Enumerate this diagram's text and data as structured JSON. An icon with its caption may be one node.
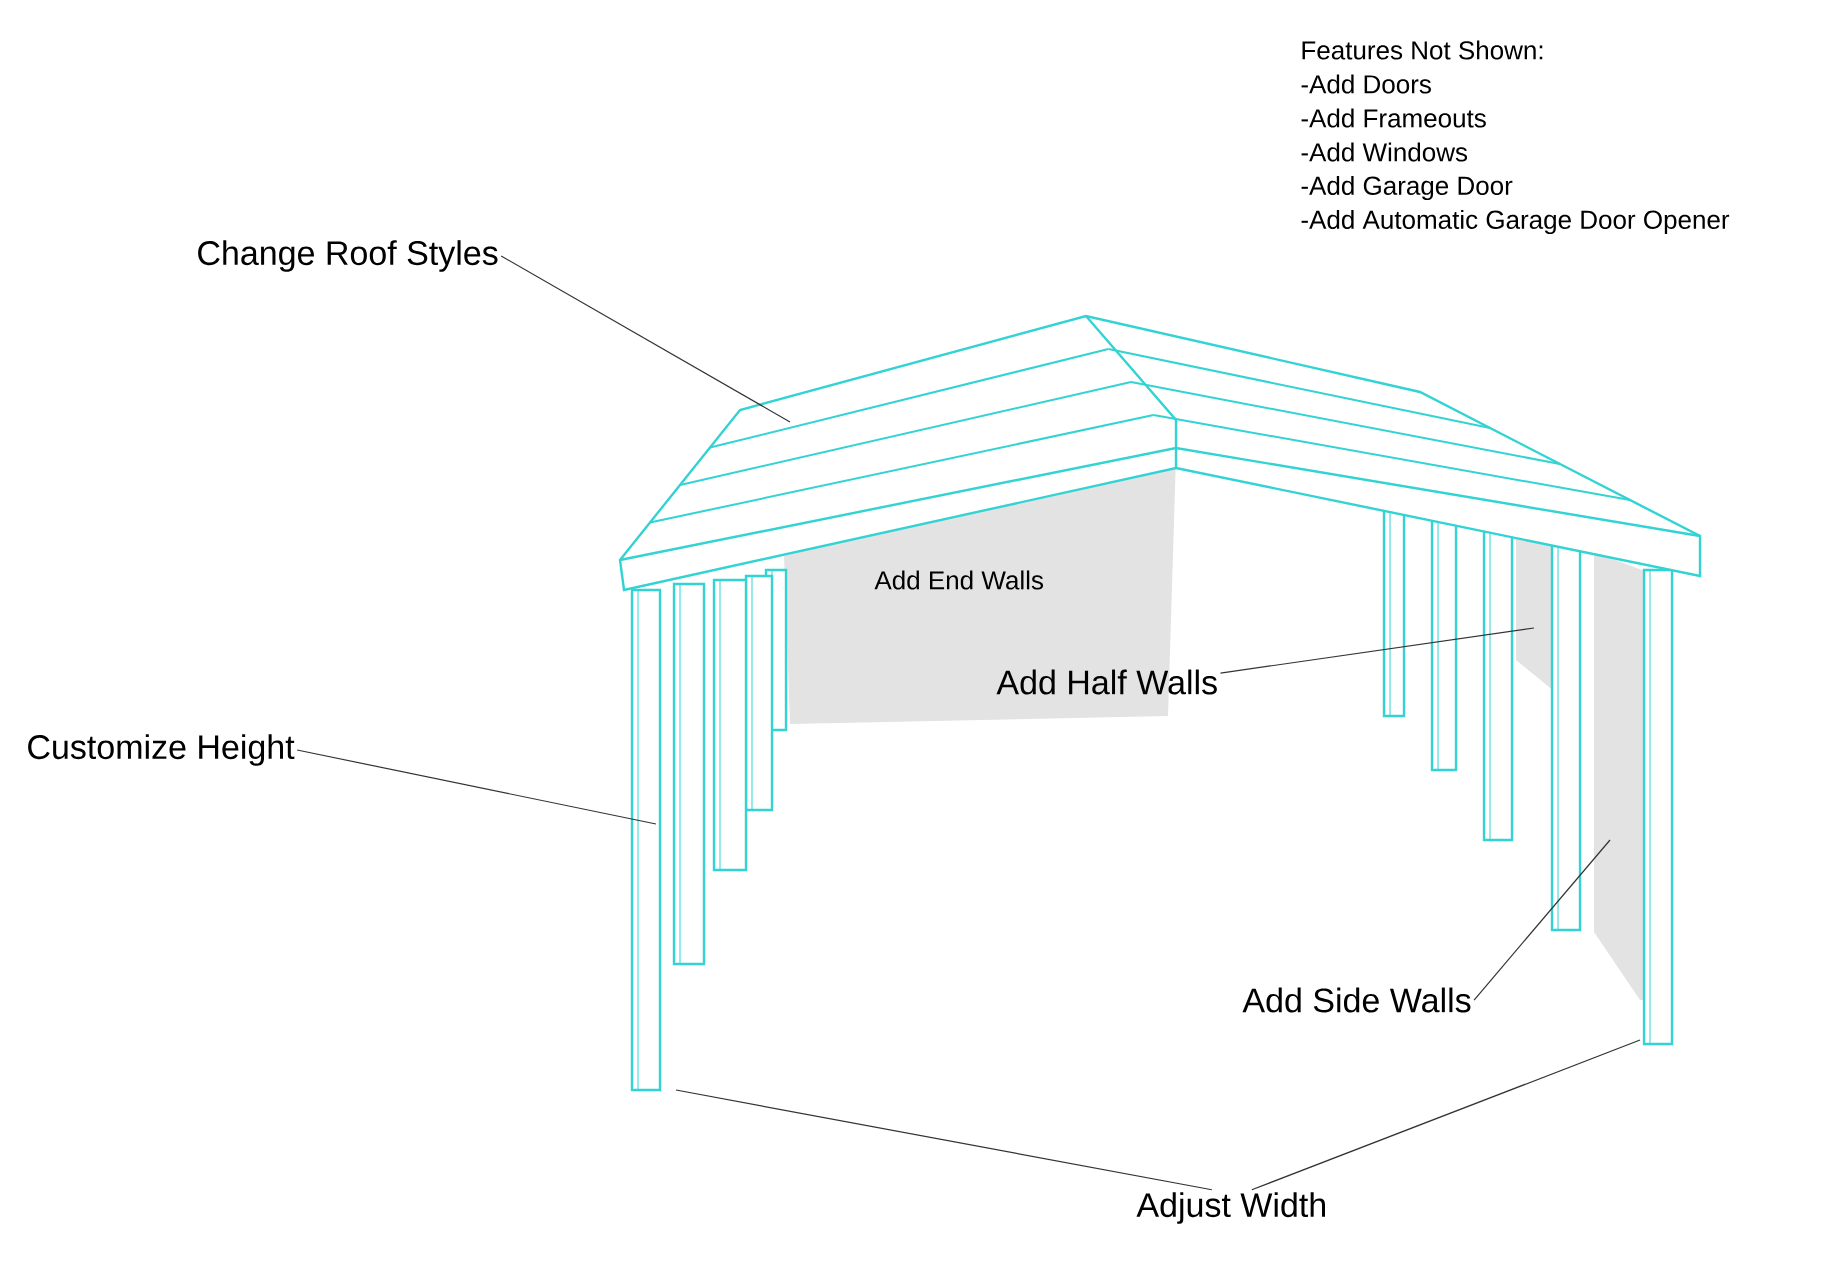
{
  "diagram": {
    "nodes": [
      {
        "text": [
          "Change Roof Styles"
        ]
      },
      {
        "text": [
          "Customize Height"
        ]
      },
      {
        "text": [
          "Add Half Walls"
        ]
      },
      {
        "text": [
          "Add Side Walls"
        ]
      },
      {
        "text": [
          "Adjust Width"
        ]
      }
    ],
    "edges": [
      {
        "from": 0,
        "to": null,
        "arrow": "none"
      },
      {
        "from": 1,
        "to": null,
        "arrow": "none"
      },
      {
        "from": 2,
        "to": null,
        "arrow": "none"
      },
      {
        "from": 3,
        "to": null,
        "arrow": "none"
      },
      {
        "from": 4,
        "to": null,
        "arrow": "none"
      },
      {
        "from": 4,
        "to": null,
        "arrow": "none"
      }
    ],
    "labels": [
      "Features Not Shown:",
      "-Add Doors",
      "-Add Frameouts",
      "-Add Windows",
      "-Add Garage Door",
      "-Add Automatic Garage Door Opener",
      "Add End Walls"
    ]
  }
}
